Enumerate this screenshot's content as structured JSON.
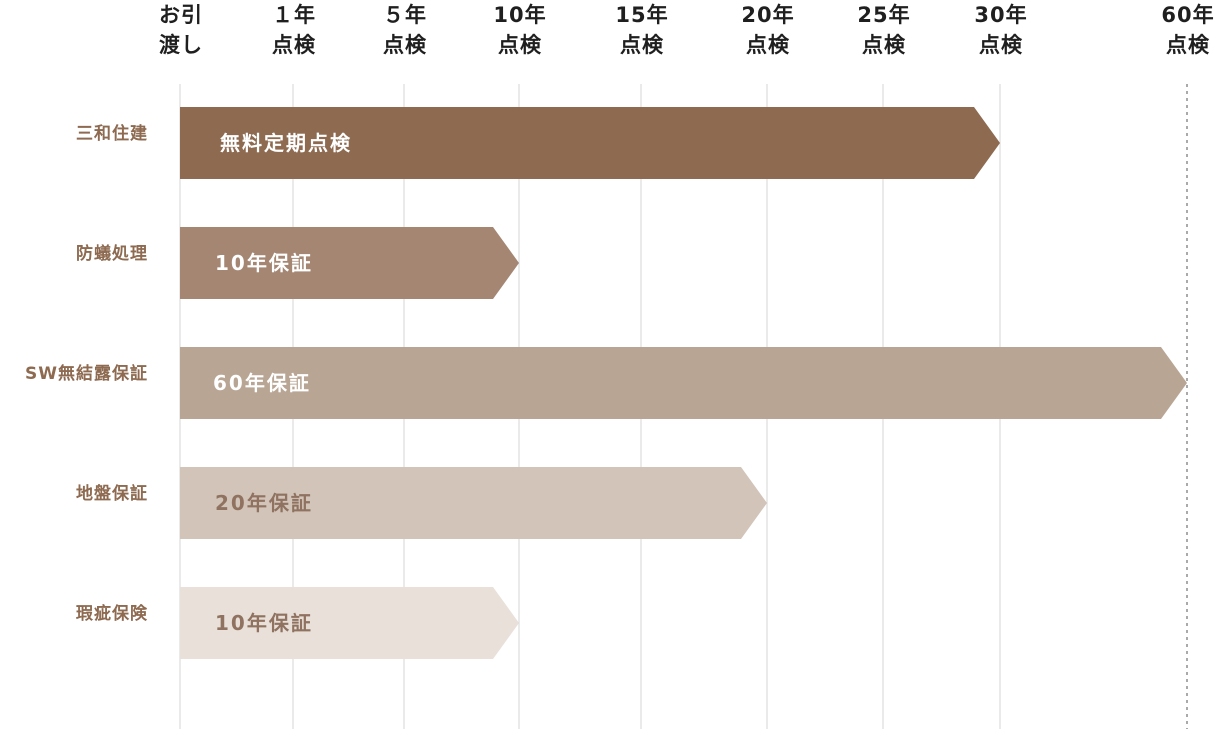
{
  "chart_data": {
    "type": "bar",
    "orientation": "horizontal",
    "x_ticks": [
      {
        "year": 0,
        "line1": "お引",
        "line2": "渡し"
      },
      {
        "year": 1,
        "line1": "１年",
        "line2": "点検"
      },
      {
        "year": 5,
        "line1": "５年",
        "line2": "点検"
      },
      {
        "year": 10,
        "line1": "10年",
        "line2": "点検"
      },
      {
        "year": 15,
        "line1": "15年",
        "line2": "点検"
      },
      {
        "year": 20,
        "line1": "20年",
        "line2": "点検"
      },
      {
        "year": 25,
        "line1": "25年",
        "line2": "点検"
      },
      {
        "year": 30,
        "line1": "30年",
        "line2": "点検"
      },
      {
        "year": 60,
        "line1": "60年",
        "line2": "点検"
      }
    ],
    "rows": [
      {
        "category": "三和住建",
        "label": "無料定期点検",
        "end_year": 30,
        "color": "#8d6a50",
        "label_color": "#ffffff"
      },
      {
        "category": "防蟻処理",
        "label": "10年保証",
        "end_year": 10,
        "color": "#a48673",
        "label_color": "#ffffff"
      },
      {
        "category": "SW無結露保証",
        "label": "60年保証",
        "end_year": 60,
        "color": "#b9a594",
        "label_color": "#ffffff"
      },
      {
        "category": "地盤保証",
        "label": "20年保証",
        "end_year": 20,
        "color": "#d2c4b9",
        "label_color": "#8f7260"
      },
      {
        "category": "瑕疵保険",
        "label": "10年保証",
        "end_year": 10,
        "color": "#e8e0d9",
        "label_color": "#8f7260"
      }
    ],
    "category_color": "#8d6a50",
    "gridline_color": "#d6d6d6",
    "dashed_line_year": 60,
    "grid": true
  }
}
